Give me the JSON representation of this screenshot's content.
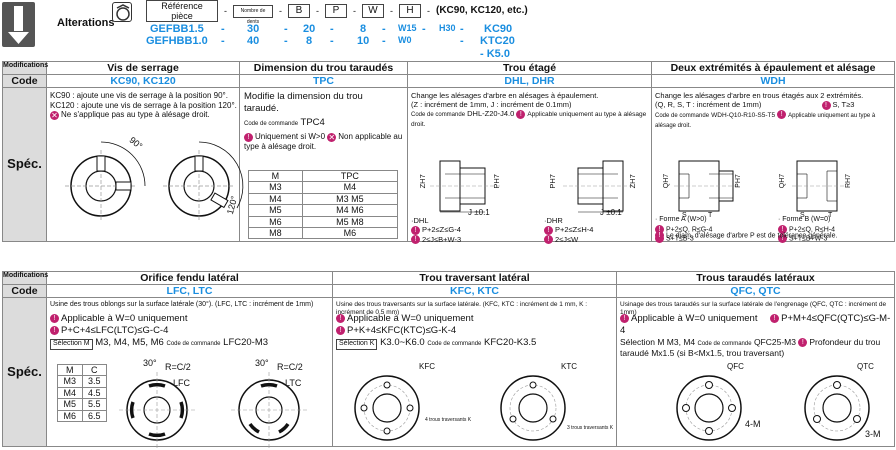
{
  "header": {
    "title": "Alterations",
    "ref_label": "Référence pièce",
    "teeth_label": "Nombre de dents",
    "code_B": "B",
    "code_P": "P",
    "code_W": "W",
    "code_H": "H",
    "dash": "-",
    "note": "(KC90, KC120, etc.)",
    "ex1": {
      "part": "GEFBB1.5",
      "n": "30",
      "b": "20",
      "p": "8",
      "w": "W15",
      "h": "H30",
      "alt": "KC90"
    },
    "ex2": {
      "part": "GEFHBB1.0",
      "n": "40",
      "b": "8",
      "p": "10",
      "w": "W0",
      "alt": "KTC20 - K5.0"
    }
  },
  "labels": {
    "modifications": "Modifications",
    "code": "Code",
    "spec": "Spéc."
  },
  "top": {
    "c1": {
      "title": "Vis de serrage",
      "code": "KC90, KC120",
      "line1": "KC90 : ajoute une vis de serrage à la position 90°.",
      "line2": "KC120 : ajoute une vis de serrage à la position 120°.",
      "note": "Ne s'applique pas au type à alésage droit.",
      "a90": "90°",
      "a120": "120°"
    },
    "c2": {
      "title": "Dimension du trou taraudés",
      "code": "TPC",
      "desc": "Modifie la dimension du trou taraudé.",
      "order_label": "Code de commande",
      "order": "TPC4",
      "note1": "Uniquement si W>0",
      "note2": "Non applicable au type à alésage droit.",
      "table": {
        "headers": [
          "M",
          "TPC"
        ],
        "rows": [
          [
            "M3",
            "M4"
          ],
          [
            "M4",
            "M3 M5"
          ],
          [
            "M5",
            "M4 M6"
          ],
          [
            "M6",
            "M5 M8"
          ],
          [
            "M8",
            "M6"
          ]
        ]
      }
    },
    "c3": {
      "title": "Trou étagé",
      "code": "DHL, DHR",
      "line1": "Change les alésages d'arbre en alésages à épaulement.",
      "line2": "(Z : incrément de 1mm, J : incrément de 0.1mm)",
      "order_label": "Code de commande",
      "order": "DHL-Z20-J4.0",
      "note": "Applicable uniquement au type à alésage droit.",
      "dhl": "·DHL",
      "dhr": "·DHR",
      "dhl_f1": "P+2≤Z≤G-4",
      "dhl_f2": "2≤J≤B+W-3",
      "dhr_f1": "P+2≤Z≤H-4",
      "dhr_f2": "2≤J≤W",
      "zh7": "ZH7",
      "ph7": "PH7",
      "j": "J ±0.1"
    },
    "c4": {
      "title": "Deux extrémités à épaulement et alésage",
      "code": "WDH",
      "line1": "Change les alésages d'arbre en trous étagés aux 2 extrémités.",
      "line2": "(Q, R, S, T : incrément de 1mm)",
      "f_st": "S, T≥3",
      "order_label": "Code de commande",
      "order": "WDH-Q10-R10-S5-T5",
      "note": "Applicable uniquement au type à alésage droit.",
      "forme_a": "· Forme A (W>0)",
      "forme_b": "· Forme B (W=0)",
      "a_f1": "P+2≤Q, R≤G-4",
      "a_f2": "S+T≤B-3",
      "b_f1": "P+2≤Q, R≤H-4",
      "b_f2": "S+T≤B+W-3",
      "tol": "Le diam. d'alésage d'arbre P est de tolérance générale.",
      "qh7": "QH7",
      "rh7": "RH7",
      "ph7": "PH7",
      "s": "S",
      "t": "T"
    }
  },
  "bottom": {
    "c1": {
      "title": "Orifice fendu latéral",
      "code": "LFC, LTC",
      "line1": "Usine des trous oblongs sur la surface latérale (30°). (LFC, LTC : incrément de 1mm)",
      "note1": "Applicable à W=0 uniquement",
      "note2": "P+C+4≤LFC(LTC)≤G-C-4",
      "sel_label": "Sélection M",
      "sel": "M3, M4, M5, M6",
      "order_label": "Code de commande",
      "order": "LFC20-M3",
      "table": {
        "headers": [
          "M",
          "C"
        ],
        "rows": [
          [
            "M3",
            "3.5"
          ],
          [
            "M4",
            "4.5"
          ],
          [
            "M5",
            "5.5"
          ],
          [
            "M6",
            "6.5"
          ]
        ]
      },
      "a30": "30°",
      "rc": "R=C/2",
      "lfc": "LFC",
      "ltc": "LTC"
    },
    "c2": {
      "title": "Trou traversant latéral",
      "code": "KFC, KTC",
      "line1": "Usine des trous traversants sur la surface latérale. (KFC, KTC : incrément de 1 mm, K : incrément de 0.5 mm)",
      "note1": "Applicable à W=0 uniquement",
      "note2": "P+K+4≤KFC(KTC)≤G-K-4",
      "sel_label": "Sélection K",
      "sel": "K3.0~K6.0",
      "order_label": "Code de commande",
      "order": "KFC20-K3.5",
      "kfc": "KFC",
      "ktc": "KTC",
      "n4": "4 trous traversants K",
      "n3": "3 trous traversants K"
    },
    "c3": {
      "title": "Trous taraudés latéraux",
      "code": "QFC, QTC",
      "line1": "Usinage des trous taraudés sur la surface latérale de l'engrenage (QFC, QTC : incrément de 1mm)",
      "note1": "Applicable à W=0 uniquement",
      "note2": "P+M+4≤QFC(QTC)≤G-M-4",
      "sel_label": "Sélection M",
      "sel": "M3, M4",
      "order_label": "Code de commande",
      "order": "QFC25-M3",
      "note3": "Profondeur du trou taraudé Mx1.5 (si B<Mx1.5, trou traversant)",
      "qfc": "QFC",
      "qtc": "QTC",
      "m4": "4-M",
      "m3": "3-M"
    }
  },
  "colors": {
    "accent": "#1a8ee0",
    "pin": "#c0216e",
    "label_bg": "#dcdcdc"
  }
}
